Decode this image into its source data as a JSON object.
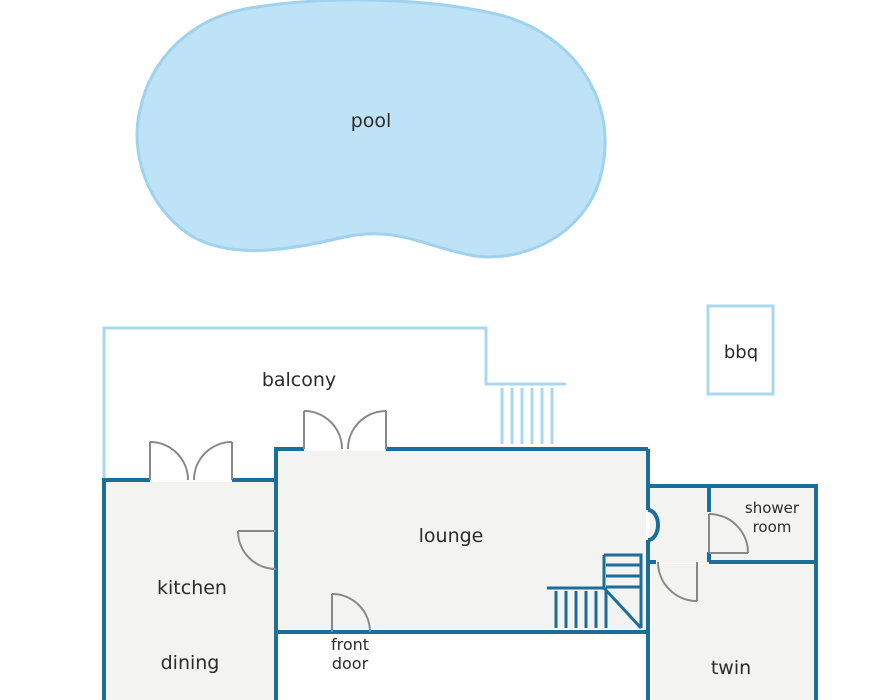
{
  "labels": {
    "pool": "pool",
    "bbq": "bbq",
    "balcony": "balcony",
    "lounge": "lounge",
    "kitchen": "kitchen",
    "dining": "dining",
    "front_door_line1": "front",
    "front_door_line2": "door",
    "shower_room_line1": "shower",
    "shower_room_line2": "room",
    "twin": "twin"
  },
  "colors": {
    "pool_fill": "#bfe3f6",
    "pool_stroke": "#9fd2ee",
    "wall": "#1b6e99",
    "outdoor_outline": "#a9d7f0",
    "room_fill": "#f3f3f2",
    "door": "#888888"
  }
}
